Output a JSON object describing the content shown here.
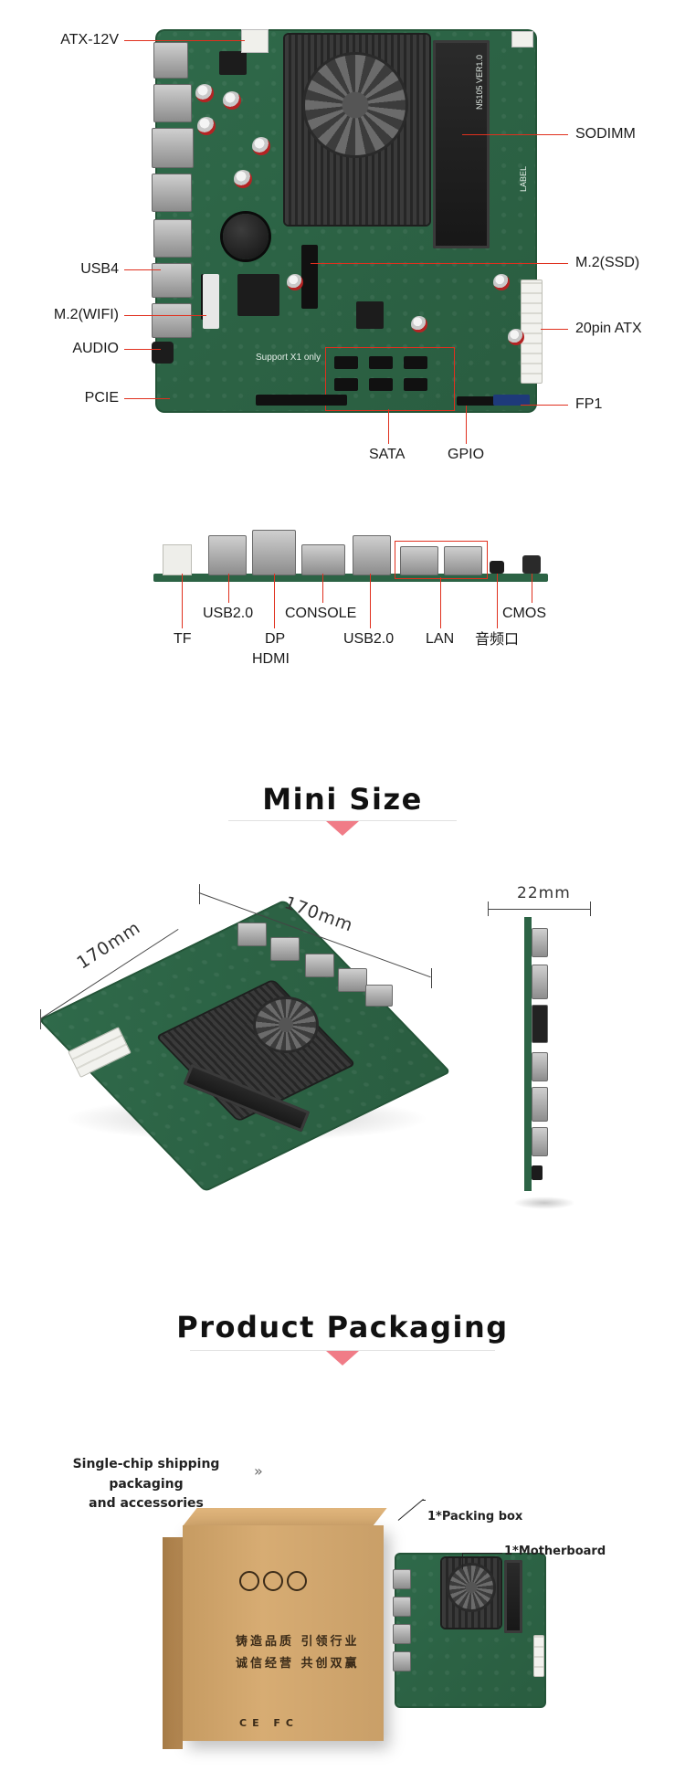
{
  "board_labels": {
    "atx12v": "ATX-12V",
    "usb4": "USB4",
    "m2wifi": "M.2(WIFI)",
    "audio": "AUDIO",
    "pcie": "PCIE",
    "sodimm": "SODIMM",
    "m2ssd": "M.2(SSD)",
    "atx20": "20pin ATX",
    "fp1": "FP1",
    "sata": "SATA",
    "gpio": "GPIO"
  },
  "board_print": {
    "support": "Support X1 only",
    "model": "N5105 VER1.0",
    "label": "LABEL"
  },
  "io_labels": {
    "tf": "TF",
    "usb20_a": "USB2.0",
    "dp": "DP",
    "hdmi": "HDMI",
    "console": "CONSOLE",
    "usb20_b": "USB2.0",
    "lan": "LAN",
    "audio_cn": "音频口",
    "cmos": "CMOS"
  },
  "mini_size": {
    "heading": "Mini Size",
    "dim_a": "170mm",
    "dim_b": "170mm",
    "dim_c": "22mm"
  },
  "packaging": {
    "heading": "Product Packaging",
    "note_line1": "Single-chip shipping packaging",
    "note_line2": "and accessories",
    "chevron": "»",
    "packing_box": "1*Packing box",
    "motherboard": "1*Motherboard",
    "box_text1": "铸造品质 引领行业",
    "box_text2": "诚信经营 共创双赢",
    "box_logos": "CE FC"
  },
  "colors": {
    "accent_line": "#e0301e",
    "heading_triangle": "#f07c87",
    "pcb": "#2c6345"
  }
}
